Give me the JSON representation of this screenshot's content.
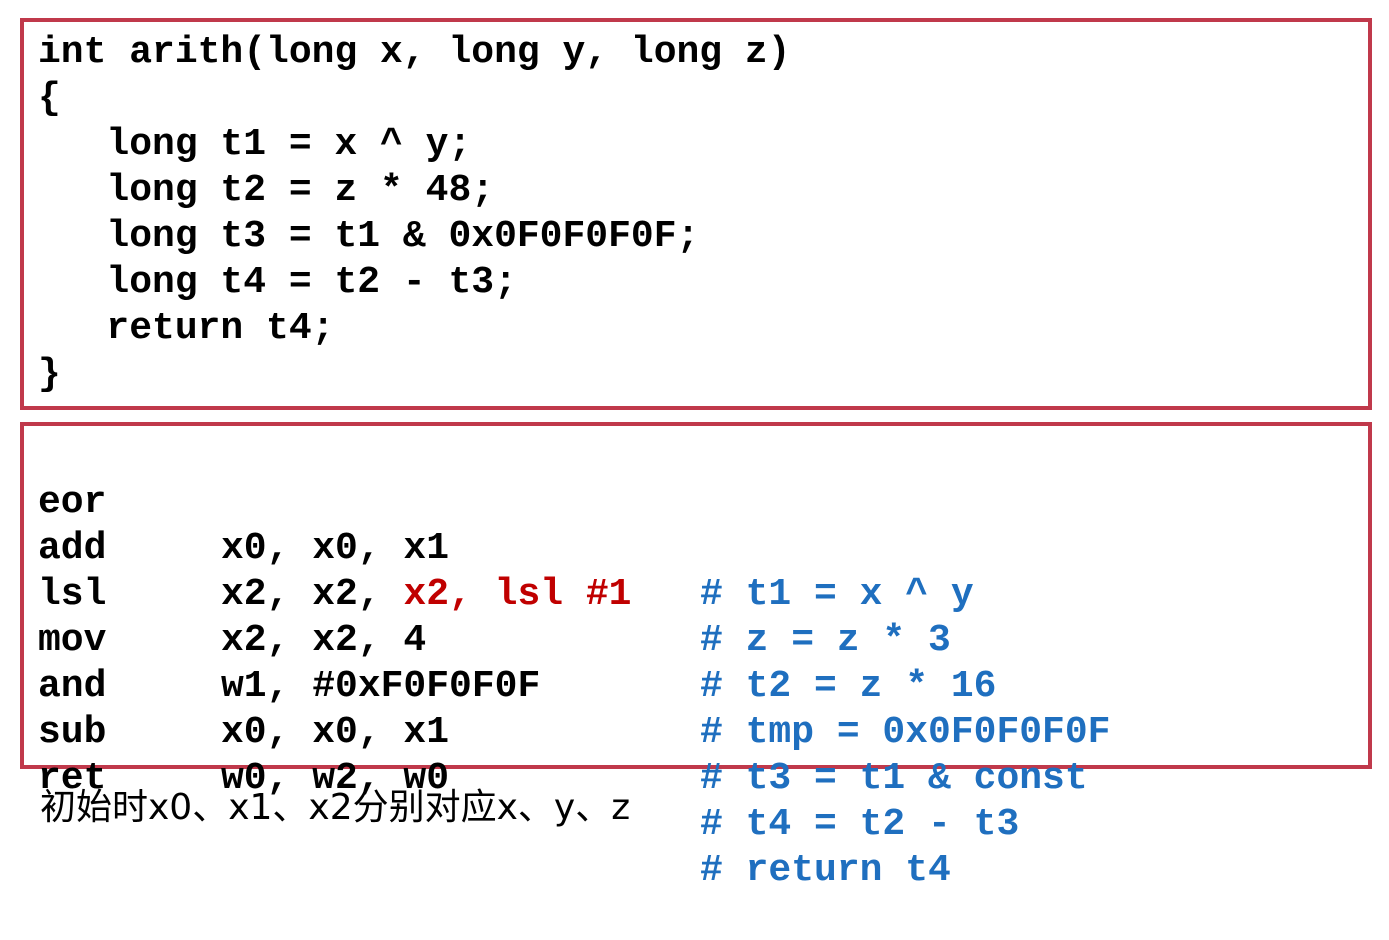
{
  "c_code": {
    "lines": [
      "int arith(long x, long y, long z)",
      "{",
      "   long t1 = x ^ y;",
      "   long t2 = z * 48;",
      "   long t3 = t1 & 0x0F0F0F0F;",
      "   long t4 = t2 - t3;",
      "   return t4;",
      "}"
    ]
  },
  "assembly": {
    "rows": [
      {
        "op": "eor",
        "args": "x0, x0, x1",
        "args_highlight": "",
        "comment": "# t1 = x ^ y"
      },
      {
        "op": "add",
        "args": "x2, x2, ",
        "args_highlight": "x2, lsl #1",
        "comment": "# z = z * 3"
      },
      {
        "op": "lsl",
        "args": "x2, x2, 4",
        "args_highlight": "",
        "comment": "# t2 = z * 16"
      },
      {
        "op": "mov",
        "args": "w1, #0xF0F0F0F",
        "args_highlight": "",
        "comment": "# tmp = 0x0F0F0F0F"
      },
      {
        "op": "and",
        "args": "x0, x0, x1",
        "args_highlight": "",
        "comment": "# t3 = t1 & const"
      },
      {
        "op": "sub",
        "args": "w0, w2, w0",
        "args_highlight": "",
        "comment": "# t4 = t2 - t3"
      },
      {
        "op": "ret",
        "args": "",
        "args_highlight": "",
        "comment": "# return t4"
      }
    ]
  },
  "caption": "初始时x0、x1、x2分别对应x、y、z",
  "colors": {
    "border": "#c0394b",
    "highlight": "#c00000",
    "comment": "#1f6fbf"
  }
}
